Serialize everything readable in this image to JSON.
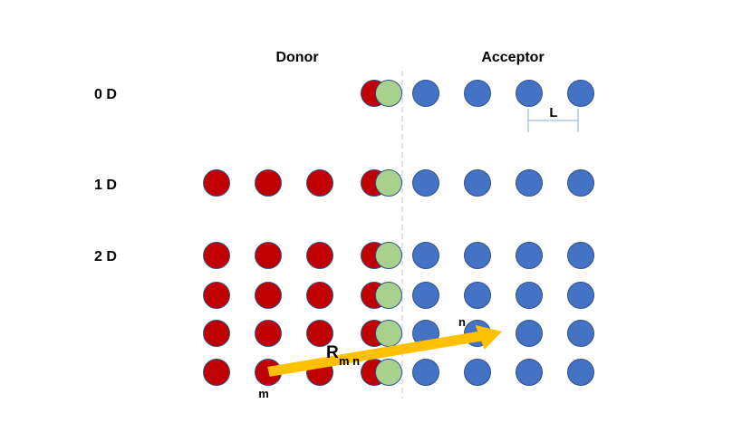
{
  "headers": {
    "donor": "Donor",
    "acceptor": "Acceptor"
  },
  "rows": {
    "zero_d": "0 D",
    "one_d": "1 D",
    "two_d": "2 D"
  },
  "spacing_label": "L",
  "vector": {
    "R": "R",
    "subscript": "m n",
    "from_label": "m",
    "to_label": "n"
  },
  "colors": {
    "donor": "#c00000",
    "interface": "#a9d18e",
    "acceptor": "#4472c4",
    "outline": "#2f528f",
    "arrow": "#ffc000",
    "divider": "#d9d9d9",
    "dimension": "#8faadc"
  }
}
